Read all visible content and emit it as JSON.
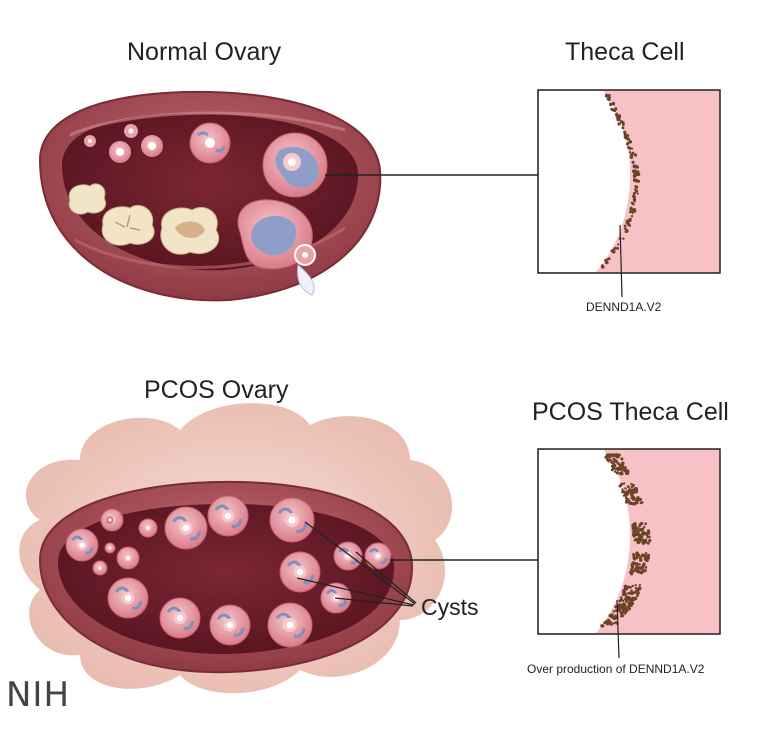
{
  "labels": {
    "normal_ovary": "Normal Ovary",
    "theca_cell": "Theca Cell",
    "dennd1a": "DENND1A.V2",
    "pcos_ovary": "PCOS Ovary",
    "pcos_theca_cell": "PCOS Theca Cell",
    "cysts": "Cysts",
    "overproduction": "Over production of DENND1A.V2",
    "logo": "NIH"
  },
  "colors": {
    "ovary_outer": "#a84d55",
    "ovary_inner": "#6e1e2a",
    "follicle": "#e9a0a8",
    "oocyte": "#ffffff",
    "antrum": "#8f9ec9",
    "corpus": "#f2e4c6",
    "cell_pink": "#f7c1c6",
    "granule": "#6b4326",
    "pcos_cloud": "#f3d4cb"
  }
}
